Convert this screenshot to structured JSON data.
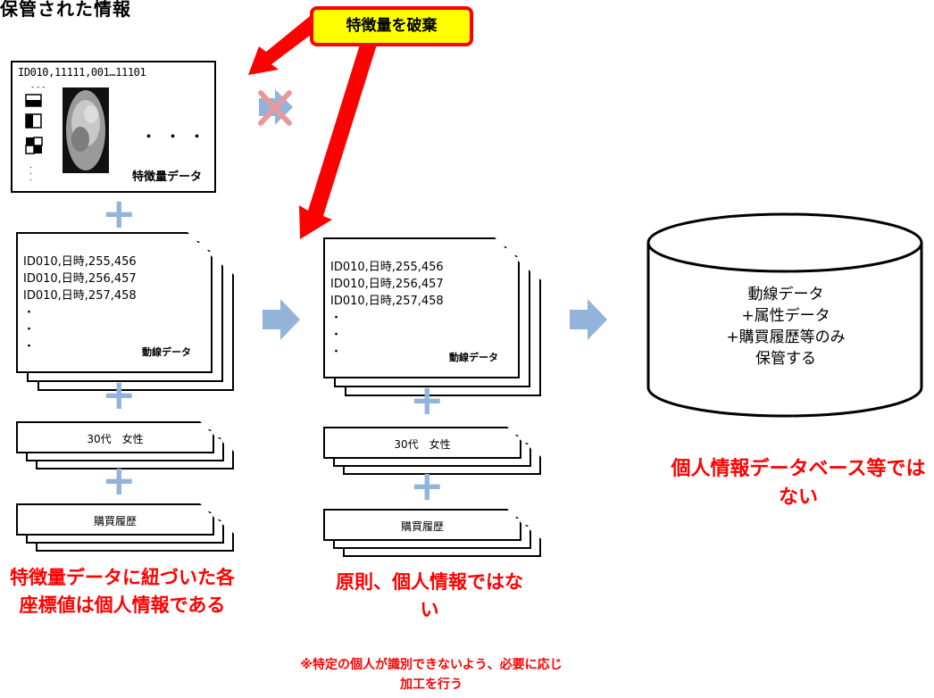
{
  "title": "保管された情報",
  "callout": "特徴量を破棄",
  "feature_box": {
    "id_line": "ID010,11111,001…11101",
    "label": "特徴量データ",
    "dots": "・・・"
  },
  "left_column": {
    "doc_lines": "ID010,日時,255,456\nID010,日時,256,457\nID010,日時,257,458\n・\n・\n・",
    "doc_label": "動線データ",
    "attr_label": "30代　女性",
    "history_label": "購買履歴",
    "caption": "特徴量データに紐づいた各座標値は個人情報である"
  },
  "middle_column": {
    "doc_lines": "ID010,日時,255,456\nID010,日時,256,457\nID010,日時,257,458\n・\n・\n・",
    "doc_label": "動線データ",
    "attr_label": "30代　女性",
    "history_label": "購買履歴",
    "caption": "原則、個人情報ではない",
    "note": "※特定の個人が識別できないよう、必要に応じ加工を行う"
  },
  "database": {
    "text": "動線データ\n+属性データ\n+購買履歴等のみ\n保管する",
    "caption": "個人情報データベース等ではない"
  },
  "colors": {
    "accent_red": "#ff0000",
    "arrow_blue": "#92b4da",
    "callout_yellow": "#ffff00",
    "cross_pink": "#e9999b"
  }
}
